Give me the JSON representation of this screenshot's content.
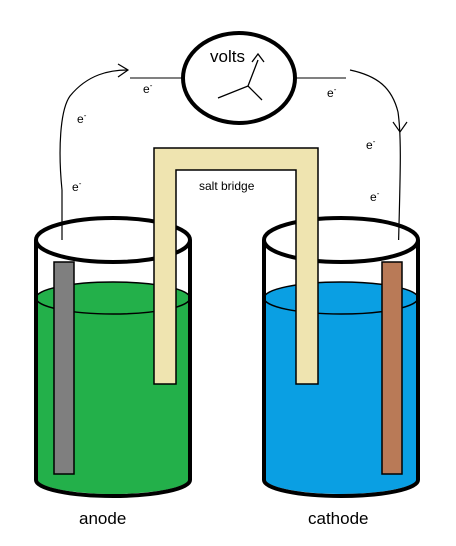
{
  "voltmeter": {
    "label": "volts"
  },
  "salt_bridge": {
    "label": "salt bridge"
  },
  "anode": {
    "label": "anode"
  },
  "cathode": {
    "label": "cathode"
  },
  "electron": {
    "base": "e",
    "charge": "-"
  },
  "colors": {
    "anode_solution": "#23b04a",
    "cathode_solution": "#0a9fe3",
    "anode_electrode": "#7f7f7f",
    "cathode_electrode": "#b97a57",
    "salt_bridge": "#efe4b0",
    "outline": "#000000"
  }
}
